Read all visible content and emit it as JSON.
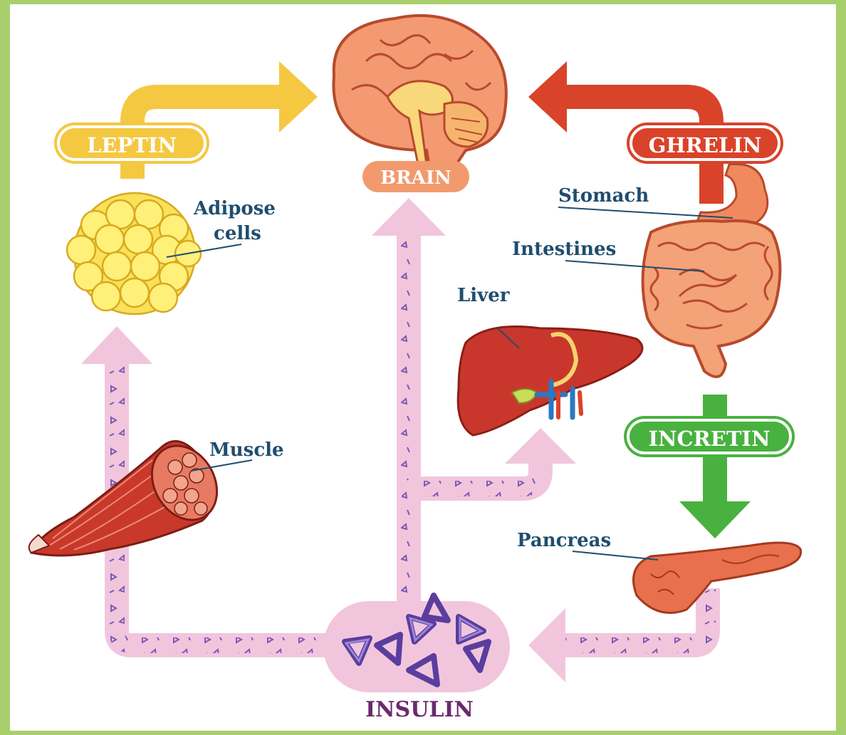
{
  "hormones": {
    "leptin": "LEPTIN",
    "ghrelin": "GHRELIN",
    "incretin": "INCRETIN",
    "insulin": "INSULIN"
  },
  "organs": {
    "brain": "BRAIN",
    "adipose_line1": "Adipose",
    "adipose_line2": "cells",
    "stomach": "Stomach",
    "intestines": "Intestines",
    "liver": "Liver",
    "muscle": "Muscle",
    "pancreas": "Pancreas"
  },
  "colors": {
    "leptin": "#f5c842",
    "ghrelin": "#d9432a",
    "incretin": "#49b13f",
    "insulin_path": "#f1c6dd",
    "insulin_crystal": "#5b3d9e",
    "brain_label": "#f29a6e",
    "label_text": "#1f4d6e"
  }
}
